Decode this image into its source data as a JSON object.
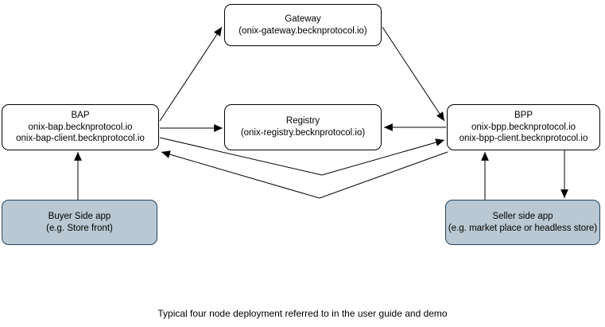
{
  "diagram": {
    "caption": "Typical four node deployment referred to in the user guide and demo",
    "nodes": {
      "gateway": {
        "title": "Gateway",
        "subtitle": "(onix-gateway.becknprotocol.io)"
      },
      "bap": {
        "title": "BAP",
        "line1": "onix-bap.becknprotocol.io",
        "line2": "onix-bap-client.becknprotocol.io"
      },
      "registry": {
        "title": "Registry",
        "subtitle": "(onix-registry.becknprotocol.io)"
      },
      "bpp": {
        "title": "BPP",
        "line1": "onix-bpp.becknprotocol.io",
        "line2": "onix-bpp-client.becknprotocol.io"
      },
      "buyer_app": {
        "title": "Buyer Side app",
        "subtitle": "(e.g. Store front)"
      },
      "seller_app": {
        "title": "Seller side app",
        "subtitle": "(e.g. market place or headless store)"
      }
    },
    "edges": [
      {
        "from": "bap",
        "to": "gateway"
      },
      {
        "from": "gateway",
        "to": "bpp"
      },
      {
        "from": "bap",
        "to": "registry"
      },
      {
        "from": "bpp",
        "to": "registry"
      },
      {
        "from": "bap",
        "to": "bpp"
      },
      {
        "from": "bpp",
        "to": "bap"
      },
      {
        "from": "buyer_app",
        "to": "bap"
      },
      {
        "from": "seller_app",
        "to": "bpp"
      },
      {
        "from": "bpp",
        "to": "seller_app"
      }
    ],
    "colors": {
      "node_fill": "#ffffff",
      "node_border": "#000000",
      "app_fill": "#b9c8d2",
      "app_border": "#23445d",
      "edge_stroke": "#000000"
    }
  }
}
